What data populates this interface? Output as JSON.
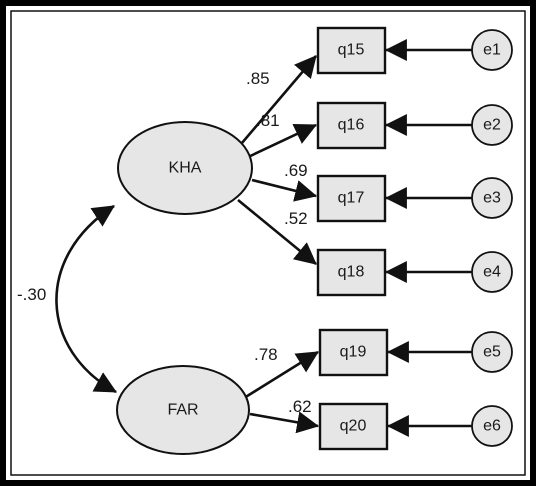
{
  "factors": [
    {
      "id": "KHA",
      "label": "KHA"
    },
    {
      "id": "FAR",
      "label": "FAR"
    }
  ],
  "indicators": [
    {
      "id": "q15",
      "label": "q15",
      "factor": "KHA",
      "loading": ".85"
    },
    {
      "id": "q16",
      "label": "q16",
      "factor": "KHA",
      "loading": ".81"
    },
    {
      "id": "q17",
      "label": "q17",
      "factor": "KHA",
      "loading": ".69"
    },
    {
      "id": "q18",
      "label": "q18",
      "factor": "KHA",
      "loading": ".52"
    },
    {
      "id": "q19",
      "label": "q19",
      "factor": "FAR",
      "loading": ".78"
    },
    {
      "id": "q20",
      "label": "q20",
      "factor": "FAR",
      "loading": ".62"
    }
  ],
  "errors": [
    "e1",
    "e2",
    "e3",
    "e4",
    "e5",
    "e6"
  ],
  "correlation": {
    "from": "KHA",
    "to": "FAR",
    "value": "-.30"
  },
  "colors": {
    "node_fill": "#e6e6e6",
    "stroke": "#111111",
    "frame": "#000000"
  }
}
